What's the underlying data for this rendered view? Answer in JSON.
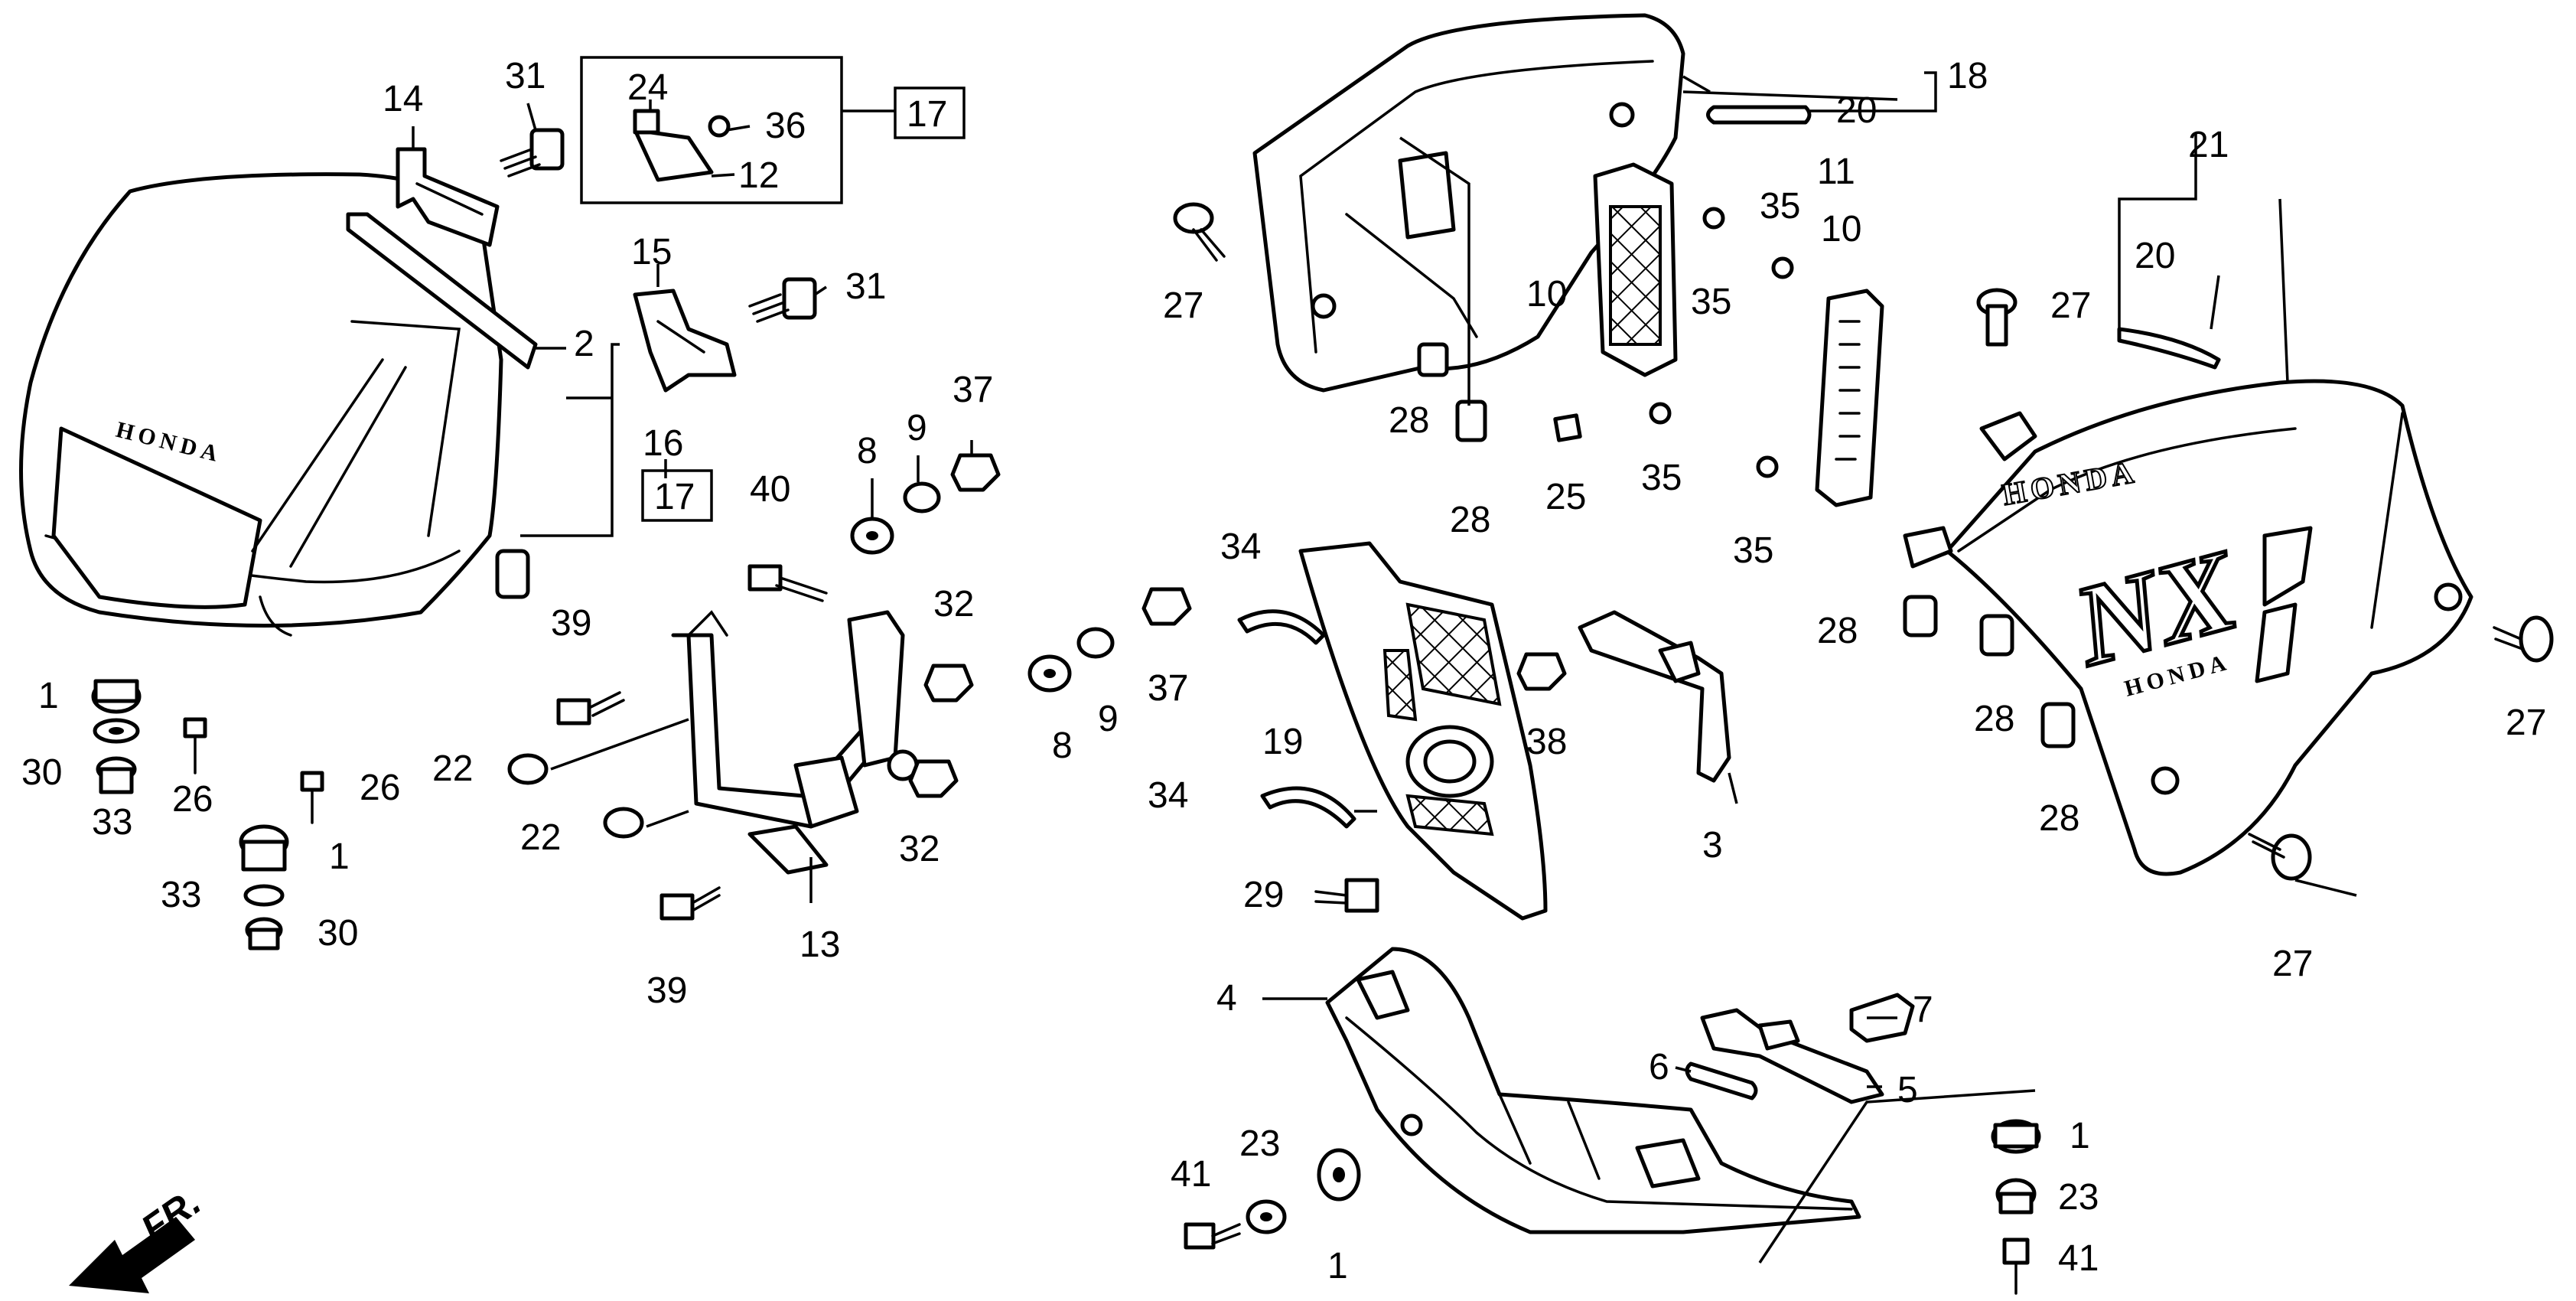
{
  "diagram": {
    "brand_text": "HONDA",
    "model_text": "NX",
    "direction_label": "FR.",
    "callouts": [
      "1",
      "2",
      "3",
      "4",
      "5",
      "6",
      "7",
      "8",
      "9",
      "10",
      "11",
      "12",
      "13",
      "14",
      "15",
      "16",
      "17",
      "18",
      "19",
      "20",
      "21",
      "22",
      "23",
      "24",
      "25",
      "26",
      "27",
      "28",
      "29",
      "30",
      "31",
      "32",
      "33",
      "34",
      "35",
      "36",
      "37",
      "38",
      "39",
      "40",
      "41"
    ],
    "boxed_refs": [
      "17"
    ],
    "line_color": "#000000",
    "background": "#ffffff"
  }
}
